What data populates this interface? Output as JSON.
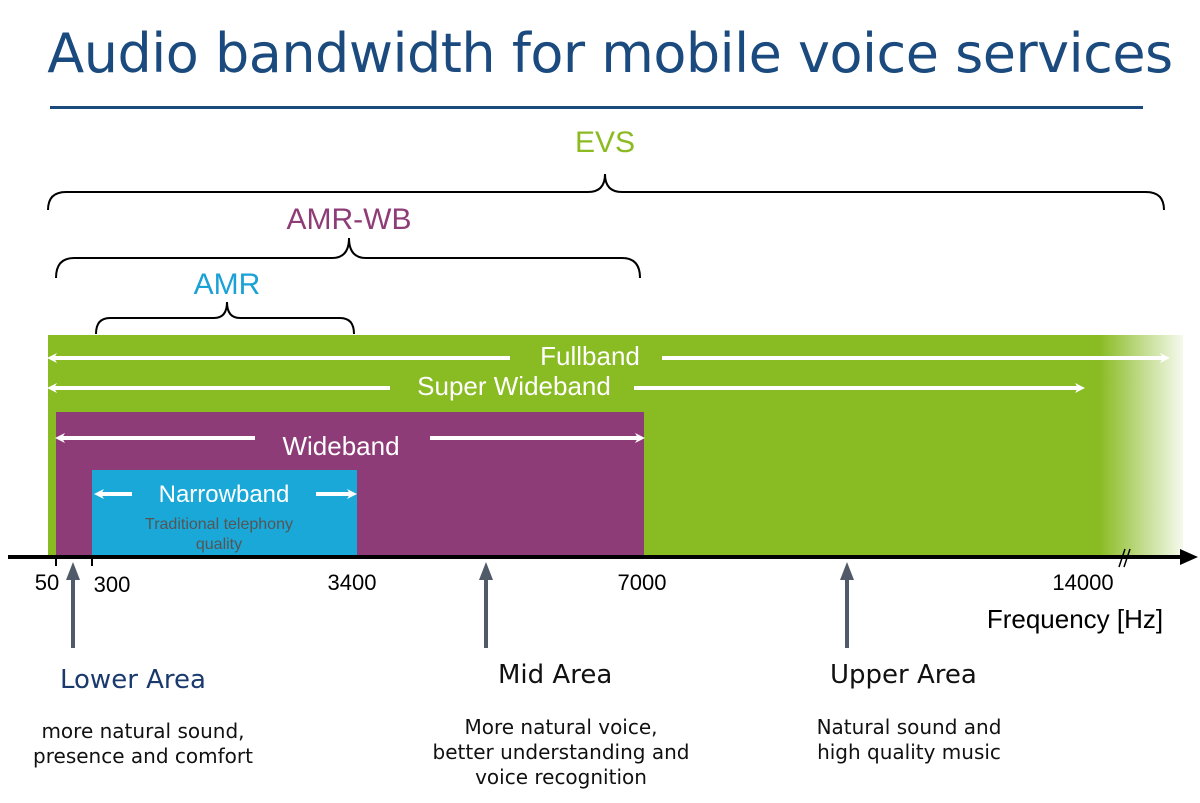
{
  "title": "Audio bandwidth for mobile voice services",
  "colors": {
    "title": "#1a4a7e",
    "evs": "#8cba22",
    "amr_wb": "#8e3c78",
    "amr": "#1aa1d6",
    "fullband_fill": "#89bb22",
    "wideband_fill": "#8e3c78",
    "narrowband_fill": "#1aa8d8",
    "area_arrow": "#505a68",
    "lower_area_text": "#1a3a6e"
  },
  "codecs": {
    "evs": "EVS",
    "amr_wb": "AMR-WB",
    "amr": "AMR"
  },
  "bands": {
    "fullband": "Fullband",
    "super_wideband": "Super Wideband",
    "wideband": "Wideband",
    "narrowband": "Narrowband",
    "narrowband_note_line1": "Traditional telephony",
    "narrowband_note_line2": "quality"
  },
  "axis": {
    "label": "Frequency [Hz]",
    "ticks": [
      "50",
      "300",
      "3400",
      "7000",
      "14000"
    ]
  },
  "areas": {
    "lower": {
      "title": "Lower Area",
      "description": "more natural sound,\npresence and comfort"
    },
    "mid": {
      "title": "Mid Area",
      "description": "More natural voice,\nbetter understanding and\nvoice recognition"
    },
    "upper": {
      "title": "Upper Area",
      "description": "Natural sound and\nhigh quality music"
    }
  }
}
